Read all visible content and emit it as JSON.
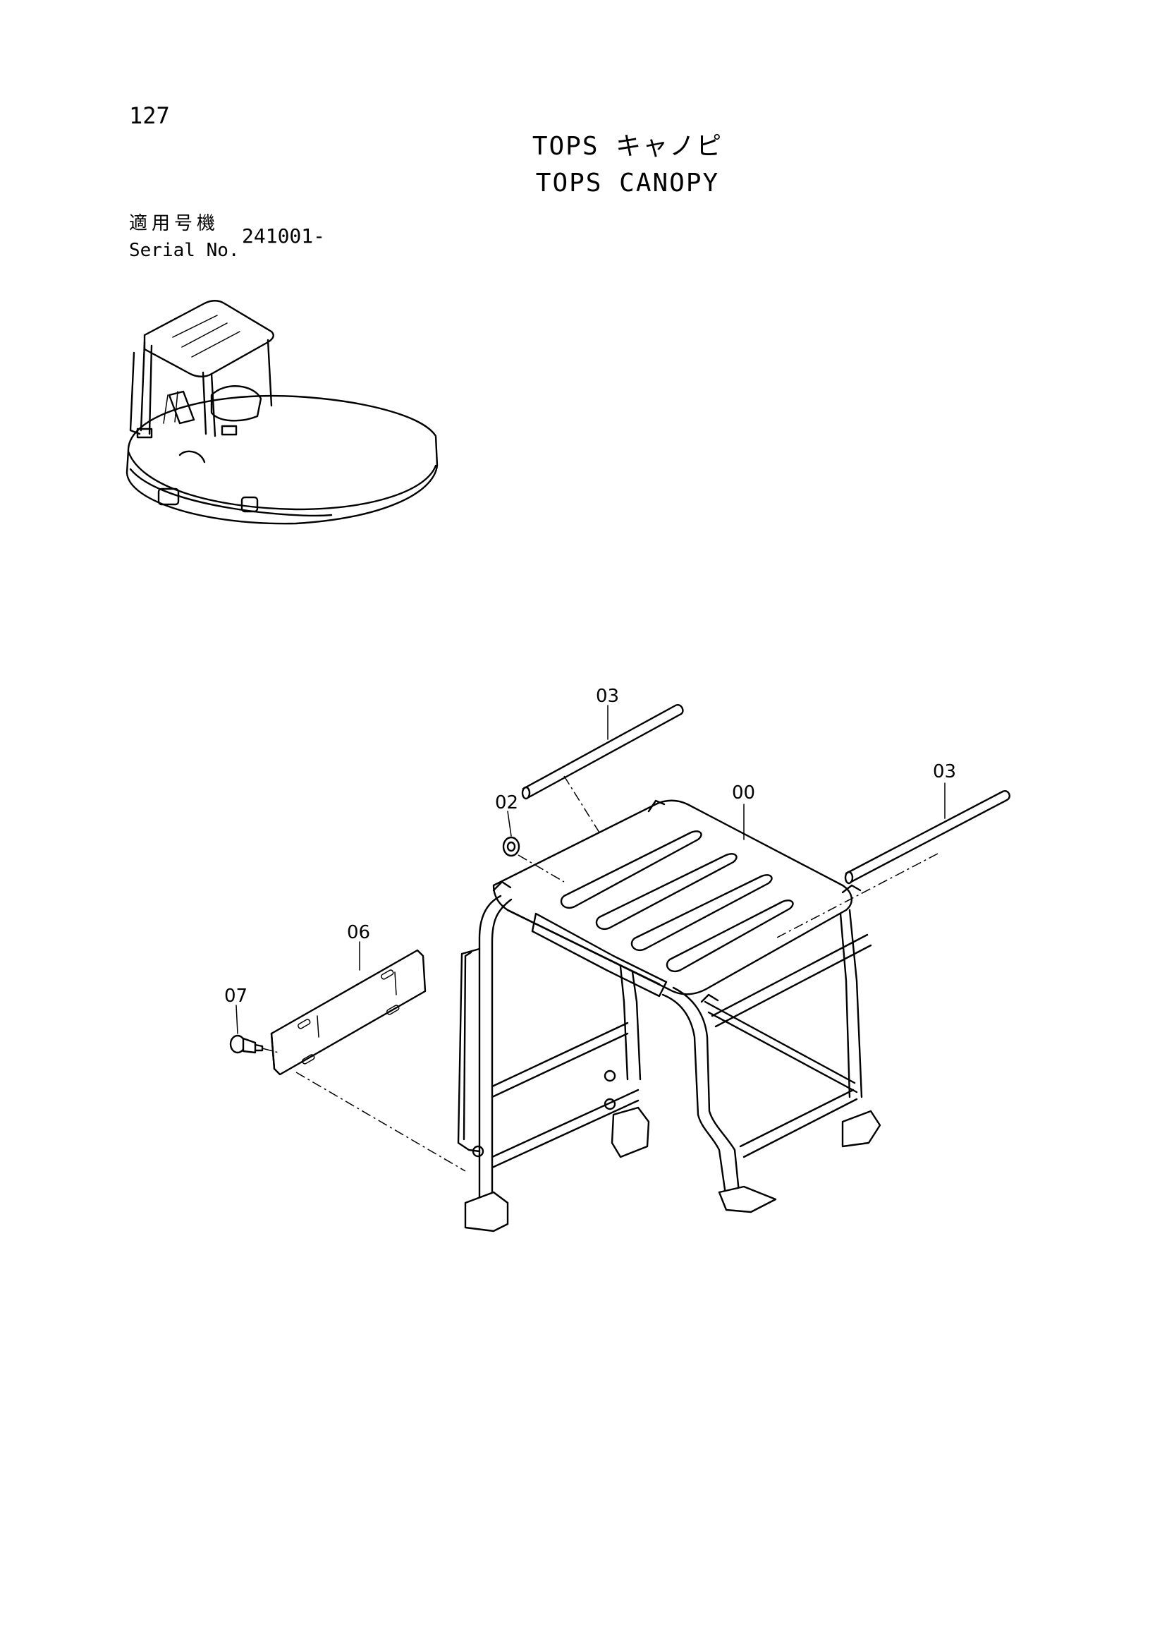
{
  "page_number": "127",
  "title": {
    "japanese": "TOPS キャノピ",
    "english": "TOPS CANOPY"
  },
  "serial": {
    "label_jp": "適用号機",
    "label_en": "Serial No.",
    "value": "241001-"
  },
  "callouts": [
    {
      "id": "callout-03-top",
      "label": "03"
    },
    {
      "id": "callout-03-right",
      "label": "03"
    },
    {
      "id": "callout-00",
      "label": "00"
    },
    {
      "id": "callout-02",
      "label": "02"
    },
    {
      "id": "callout-06",
      "label": "06"
    },
    {
      "id": "callout-07",
      "label": "07"
    }
  ]
}
